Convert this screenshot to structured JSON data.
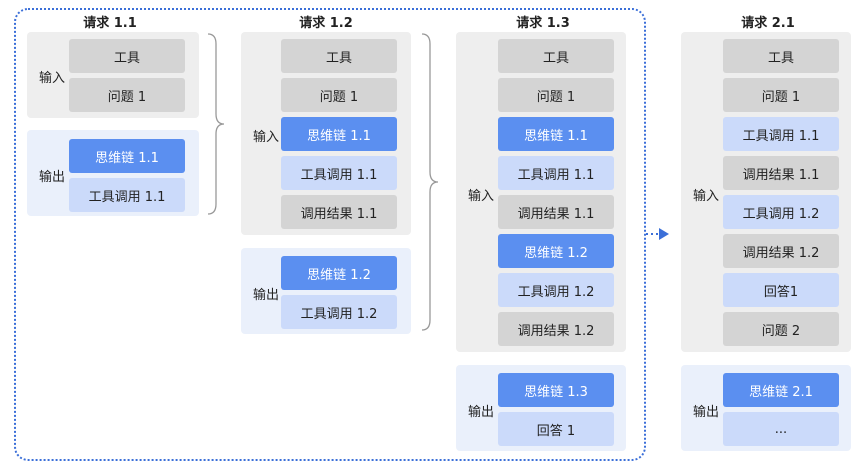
{
  "requests": [
    {
      "title": "请求 1.1",
      "input_label": "输入",
      "output_label": "输出",
      "input_blocks": [
        {
          "text": "工具",
          "style": "gray"
        },
        {
          "text": "问题 1",
          "style": "gray"
        }
      ],
      "output_blocks": [
        {
          "text": "思维链 1.1",
          "style": "dark-blue"
        },
        {
          "text": "工具调用 1.1",
          "style": "light-blue"
        }
      ]
    },
    {
      "title": "请求 1.2",
      "input_label": "输入",
      "output_label": "输出",
      "input_blocks": [
        {
          "text": "工具",
          "style": "gray"
        },
        {
          "text": "问题 1",
          "style": "gray"
        },
        {
          "text": "思维链 1.1",
          "style": "dark-blue"
        },
        {
          "text": "工具调用 1.1",
          "style": "light-blue"
        },
        {
          "text": "调用结果 1.1",
          "style": "gray"
        }
      ],
      "output_blocks": [
        {
          "text": "思维链 1.2",
          "style": "dark-blue"
        },
        {
          "text": "工具调用 1.2",
          "style": "light-blue"
        }
      ]
    },
    {
      "title": "请求 1.3",
      "input_label": "输入",
      "output_label": "输出",
      "input_blocks": [
        {
          "text": "工具",
          "style": "gray"
        },
        {
          "text": "问题 1",
          "style": "gray"
        },
        {
          "text": "思维链 1.1",
          "style": "dark-blue"
        },
        {
          "text": "工具调用 1.1",
          "style": "light-blue"
        },
        {
          "text": "调用结果 1.1",
          "style": "gray"
        },
        {
          "text": "思维链 1.2",
          "style": "dark-blue"
        },
        {
          "text": "工具调用 1.2",
          "style": "light-blue"
        },
        {
          "text": "调用结果 1.2",
          "style": "gray"
        }
      ],
      "output_blocks": [
        {
          "text": "思维链 1.3",
          "style": "dark-blue"
        },
        {
          "text": "回答 1",
          "style": "light-blue"
        }
      ]
    },
    {
      "title": "请求 2.1",
      "input_label": "输入",
      "output_label": "输出",
      "input_blocks": [
        {
          "text": "工具",
          "style": "gray"
        },
        {
          "text": "问题 1",
          "style": "gray"
        },
        {
          "text": "工具调用 1.1",
          "style": "light-blue"
        },
        {
          "text": "调用结果 1.1",
          "style": "gray"
        },
        {
          "text": "工具调用 1.2",
          "style": "light-blue"
        },
        {
          "text": "调用结果 1.2",
          "style": "gray"
        },
        {
          "text": "回答1",
          "style": "light-blue"
        },
        {
          "text": "问题 2",
          "style": "gray"
        }
      ],
      "output_blocks": [
        {
          "text": "思维链 2.1",
          "style": "dark-blue"
        },
        {
          "text": "...",
          "style": "light-blue"
        }
      ]
    }
  ]
}
